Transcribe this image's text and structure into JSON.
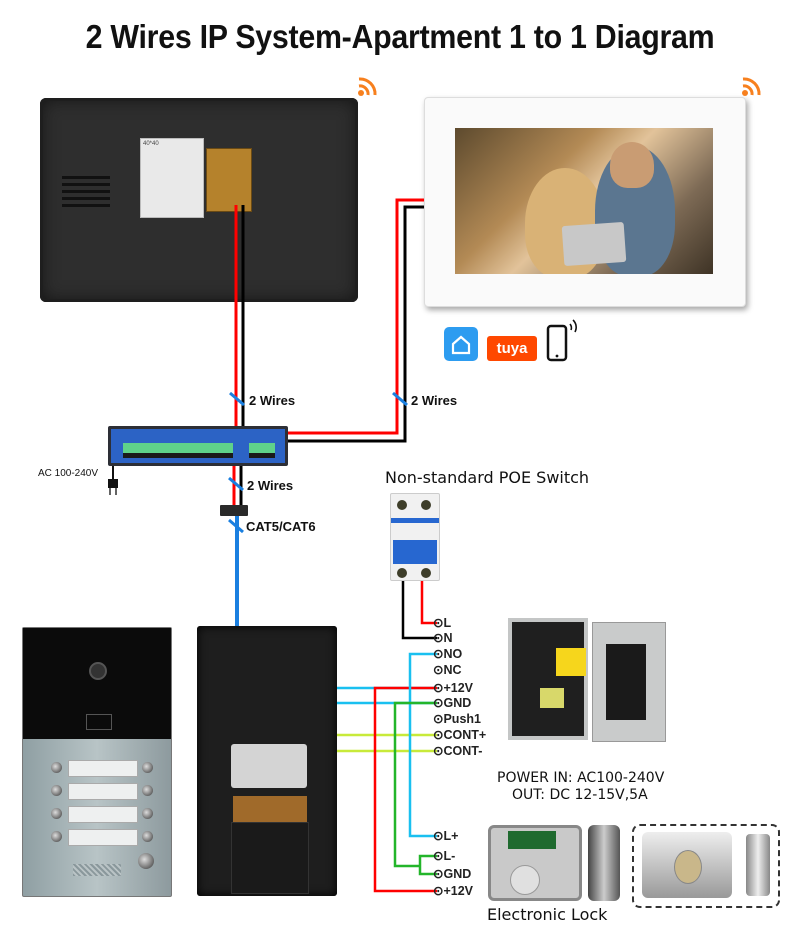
{
  "title": "2 Wires  IP System-Apartment 1 to 1 Diagram",
  "devices": {
    "indoor_monitor_back": {
      "label_text": "40*40"
    },
    "indoor_monitor_front": {},
    "poe_switch": {
      "power_label": "AC 100-240V"
    },
    "breaker": {
      "caption": "Non-standard POE Switch"
    },
    "power_supply": {
      "caption_line1": "POWER  IN: AC100-240V",
      "caption_line2": "OUT: DC 12-15V,5A"
    },
    "electronic_lock": {
      "caption": "Electronic Lock"
    }
  },
  "wire_labels": {
    "monitor_left": "2 Wires",
    "monitor_right": "2 Wires",
    "switch_down": "2 Wires",
    "cat_cable": "CAT5/CAT6"
  },
  "psu_terminals": [
    "L",
    "N",
    "NO",
    "NC",
    "+12V",
    "GND",
    "Push1",
    "CONT+",
    "CONT-"
  ],
  "lock_terminals": [
    "L+",
    "L-",
    "GND",
    "+12V"
  ],
  "app_icons": [
    "smart-home-app",
    "tuya",
    "smartphone"
  ],
  "app_text": {
    "tuya": "tuya"
  },
  "colors": {
    "wire_red": "#ff0000",
    "wire_black": "#000000",
    "wire_blue_cat": "#1a7fe0",
    "wire_cyan": "#19c0f0",
    "wire_green": "#23b52a",
    "wire_yellow_green": "#c8ea3a",
    "wifi_orange": "#f7801e",
    "switch_blue": "#2c63c5",
    "tuya_orange": "#ff4800",
    "smart_home_blue": "#2d9cf0"
  }
}
